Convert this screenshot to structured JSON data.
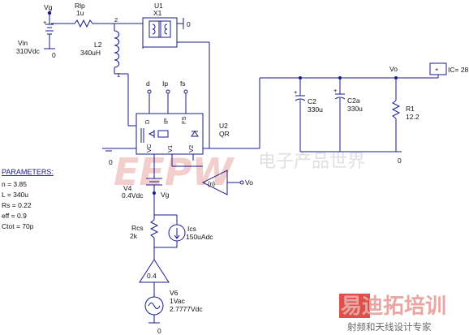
{
  "components": {
    "vg_label": "Vg",
    "vin_name": "Vin",
    "vin_value": "310Vdc",
    "rlp_name": "Rlp",
    "rlp_value": "1u",
    "node2": "2",
    "node1": "1",
    "l2_name": "L2",
    "l2_value": "340uH",
    "u1_name": "U1",
    "u1_value": "X1",
    "u1_gnd": "0",
    "vin_gnd": "0",
    "pin_d": "d",
    "pin_ip": "Ip",
    "pin_fs": "fs",
    "u2_name": "U2",
    "u2_value": "QR",
    "box_d": "D",
    "box_ip": "IP",
    "box_fs": "FS",
    "box_vc": "VC",
    "box_v1": "V1",
    "box_v2": "V2",
    "u2_gnd": "0",
    "v4_name": "V4",
    "v4_value": "0.4Vdc",
    "vg_pin": "Vg",
    "gain_block": "{n}",
    "vo_out": "Vo",
    "vo_node": "Vo",
    "ic_label": "IC= 28",
    "c2_name": "C2",
    "c2_value": "330u",
    "c2a_name": "C2a",
    "c2a_value": "330u",
    "r1_name": "R1",
    "r1_value": "12.2",
    "out_gnd": "0",
    "rcs_name": "Rcs",
    "rcs_value": "2k",
    "ics_name": "Ics",
    "ics_value": "150uAdc",
    "gain2": "0.4",
    "v6_name": "V6",
    "v6_value1": "1Vac",
    "v6_value2": "2.7777Vdc",
    "v6_gnd": "0"
  },
  "parameters": {
    "title": "PARAMETERS:",
    "items": [
      "n = 3.85",
      "L = 340u",
      "Rs = 0.22",
      "eff = 0.9",
      "Ctot = 70p"
    ]
  },
  "watermark": {
    "eepw": "EEPW",
    "eepw_cn": "电子产品世界",
    "bottom_cn": "易迪拓培训",
    "bottom_sub": "射频和天线设计专家"
  },
  "colors": {
    "wire": "#1a1a8c",
    "watermark": "#e9a7a3",
    "wm_red": "#d8322c"
  }
}
